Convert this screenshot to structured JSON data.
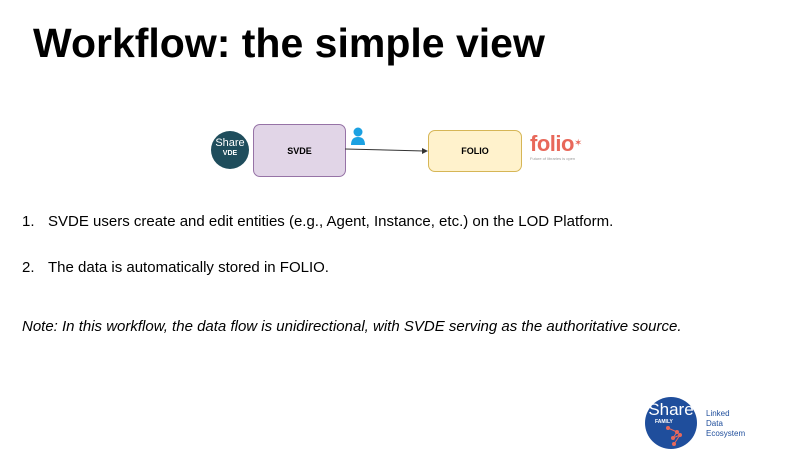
{
  "title": "Workflow: the simple view",
  "diagram": {
    "sharevde_logo": {
      "line1": "Share",
      "line2": "VDE"
    },
    "svde_box": "SVDE",
    "folio_box": "FOLIO",
    "folio_logo": {
      "text": "folio",
      "tagline": "Future of libraries is open"
    },
    "icons": [
      "user-icon",
      "arrow-right-icon"
    ]
  },
  "steps": [
    {
      "number": "1.",
      "text": "SVDE users create and edit entities (e.g., Agent, Instance, etc.) on the LOD Platform."
    },
    {
      "number": "2.",
      "text": "The data is automatically stored in FOLIO."
    }
  ],
  "note": "Note: In this workflow, the data flow is unidirectional, with SVDE serving as the authoritative source.",
  "footer_logo": {
    "line1": "Share",
    "line2": "FAMILY",
    "caption": [
      "Linked",
      "Data",
      "Ecosystem"
    ]
  },
  "colors": {
    "svde_fill": "#e1d5e7",
    "folio_fill": "#fff2cc",
    "folio_brand": "#e8685a",
    "share_blue": "#1f4e9c",
    "sharevde_teal": "#1f4d5c"
  }
}
